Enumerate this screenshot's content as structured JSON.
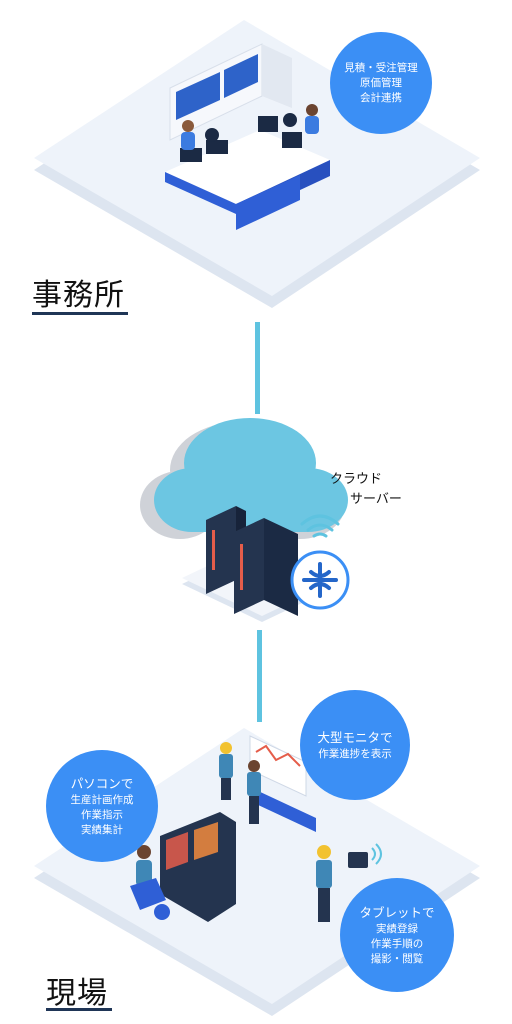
{
  "office": {
    "label": "事務所",
    "bubble_lines": [
      "見積・受注管理",
      "原価管理",
      "会計連携"
    ]
  },
  "cloud": {
    "label_lines": [
      "クラウド",
      "サーバー"
    ]
  },
  "site": {
    "label": "現場",
    "bubble_pc": [
      "パソコンで",
      "生産計画作成",
      "作業指示",
      "実績集計"
    ],
    "bubble_monitor": [
      "大型モニタで",
      "作業進捗を表示"
    ],
    "bubble_tablet": [
      "タブレットで",
      "実績登録",
      "作業手順の",
      "撮影・閲覧"
    ]
  },
  "colors": {
    "platform_top": "#edf2f9",
    "platform_side": "#dde5f0",
    "bubble": "#3b8ff5",
    "connector": "#5ec3e0",
    "cloud": "#6cc6e2",
    "cloud_shadow": "#cfd2d8",
    "server": "#24344f",
    "desk": "#2f5fd6",
    "label_underline": "#1f3556"
  }
}
